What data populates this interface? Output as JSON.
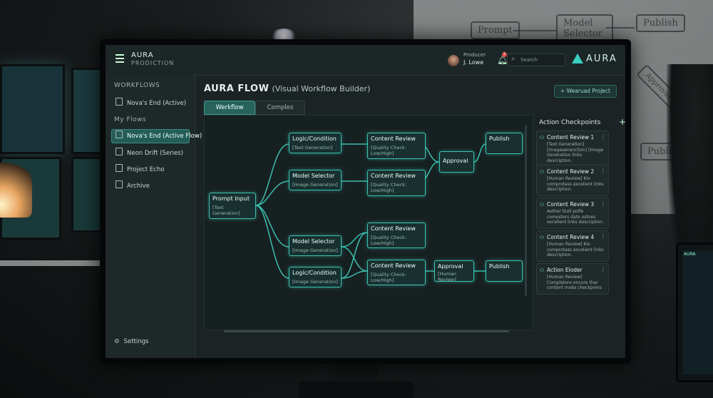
{
  "whiteboard": {
    "box1": "Prompt",
    "box2": "Model Selector",
    "box3": "Publish",
    "box4": "Approval",
    "box5": "Publish"
  },
  "tablet": {
    "brand": "AURA"
  },
  "topbar": {
    "brand_title": "AURA",
    "brand_subtitle": "PRODICTION",
    "user_role": "Producer",
    "user_name": "J. Lowe",
    "notification_count": "1",
    "search_placeholder": "Search",
    "logo_text": "AURA"
  },
  "sidebar": {
    "section_workflows": "WORKFLOWS",
    "workflow_item": "Nova's End (Active)",
    "section_flows": "My Flows",
    "items": [
      {
        "label": "Nova's End (Active Flow)",
        "active": true
      },
      {
        "label": "Neon Drift (Series)",
        "active": false
      },
      {
        "label": "Project Echo",
        "active": false
      },
      {
        "label": "Archive",
        "active": false
      }
    ],
    "settings_label": "Settings"
  },
  "main": {
    "title_strong": "AURA FLOW",
    "title_sub": "(Visual Workflow Builder)",
    "tabs": [
      {
        "label": "Werkflow"
      },
      {
        "label": "Comples"
      }
    ],
    "new_project_label": "Wearuad Project"
  },
  "workflow": {
    "nodes": [
      {
        "id": "prompt",
        "title": "Prompt Input",
        "sub": "[Text Generation]"
      },
      {
        "id": "logic1",
        "title": "Logic/Condition",
        "sub": "[Text Generation]"
      },
      {
        "id": "model1",
        "title": "Model Selector",
        "sub": "[Image Generation]"
      },
      {
        "id": "review1",
        "title": "Content Review",
        "sub": "[Quality Check: Low/High]"
      },
      {
        "id": "review2",
        "title": "Content Review",
        "sub": "[Quality Check: Low/High]"
      },
      {
        "id": "approval1",
        "title": "Approval",
        "sub": ""
      },
      {
        "id": "publish1",
        "title": "Publish",
        "sub": ""
      },
      {
        "id": "model2",
        "title": "Model Selector",
        "sub": "[Image Generation]"
      },
      {
        "id": "logic2",
        "title": "Logic/Condition",
        "sub": "[Image Generation]"
      },
      {
        "id": "review3",
        "title": "Content Review",
        "sub": "[Quality Check: Low/High]"
      },
      {
        "id": "review4",
        "title": "Content Review",
        "sub": "[Quality Check: Low/High]"
      },
      {
        "id": "approval2",
        "title": "Approval",
        "sub": "[Human Review]"
      },
      {
        "id": "publish2",
        "title": "Publish",
        "sub": ""
      }
    ]
  },
  "checkpoints": {
    "title": "Action Checkpoints",
    "items": [
      {
        "title": "Content Review 1",
        "desc": "[Text Generation] [imagesenenction] [Image Generation links description."
      },
      {
        "title": "Content Review 2",
        "desc": "[Human Review] Kio comprotass excelient links description."
      },
      {
        "title": "Content Review 3",
        "desc": "Aethel Stall polfe comosters date ostnes excellent links description."
      },
      {
        "title": "Content Review 4",
        "desc": "[Human Review] Kio comprotass excelient links description."
      },
      {
        "title": "Action Eloder",
        "desc": "[Human Review] Complatere encure thar content mobs checkpoins"
      }
    ]
  }
}
